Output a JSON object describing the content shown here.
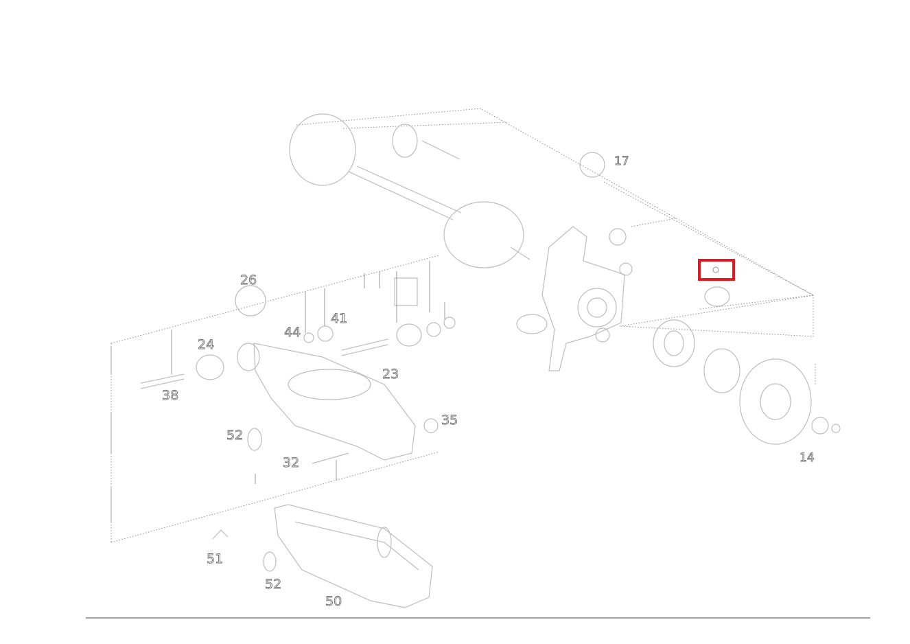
{
  "labels": {
    "l26": "26",
    "l24": "24",
    "l44": "44",
    "l41": "41",
    "l23": "23",
    "l38": "38",
    "l35": "35",
    "l52a": "52",
    "l32": "32",
    "l51": "51",
    "l52b": "52",
    "l50": "50",
    "l14": "14",
    "l17": "17"
  },
  "highlight": {
    "color": "#e8161d"
  }
}
